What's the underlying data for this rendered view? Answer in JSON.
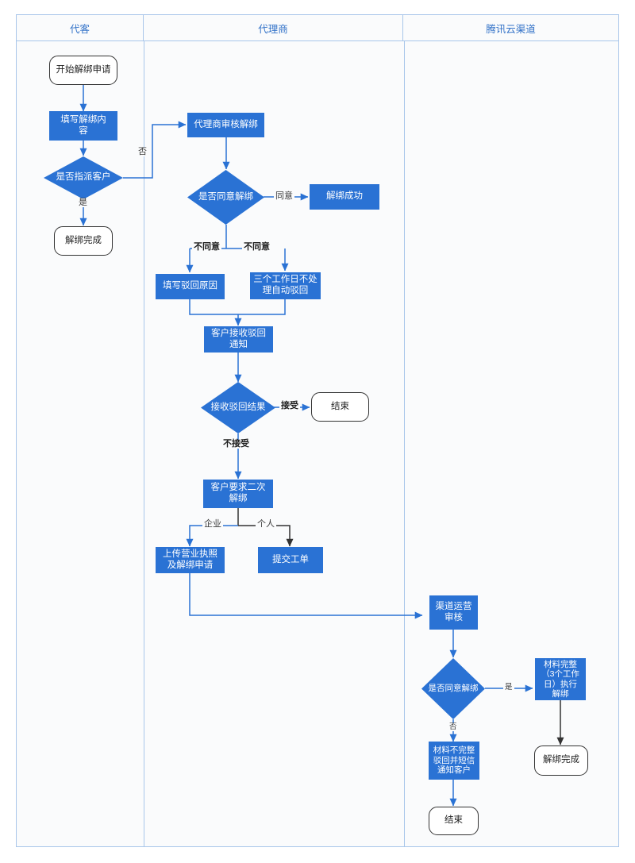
{
  "lanes": [
    {
      "id": "lane-customer",
      "label": "代客"
    },
    {
      "id": "lane-agent",
      "label": "代理商"
    },
    {
      "id": "lane-tencent",
      "label": "腾讯云渠道"
    }
  ],
  "colors": {
    "process_fill": "#2a72d4",
    "process_text": "#ffffff",
    "terminator_stroke": "#333333",
    "lane_border": "#a8c6ea",
    "lane_header_text": "#3272c8",
    "connector_blue": "#2a72d4",
    "connector_dark": "#333333",
    "canvas": "#fafbfc"
  },
  "nodes": {
    "start_apply": "开始解绑申请",
    "fill_unbind_content": "填写解绑内\n容",
    "assign_customer_decision": "是否指派客户",
    "unbind_done_left": "解绑完成",
    "agent_review": "代理商审核解绑",
    "agree_unbind_decision": "是否同意解绑",
    "unbind_success": "解绑成功",
    "fill_reject_reason": "填写驳回原因",
    "auto_reject_3days": "三个工作日不处\n理自动驳回",
    "customer_receive_reject": "客户接收驳回\n通知",
    "receive_reject_result": "接收驳回结果",
    "end_agent": "结束",
    "customer_second_unbind": "客户要求二次\n解绑",
    "upload_license": "上传营业执照\n及解绑申请",
    "submit_ticket": "提交工单",
    "channel_ops_review": "渠道运营\n审核",
    "agree_unbind_decision2": "是否同意解绑",
    "material_complete": "材料完整\n（3个工作\n日）执行\n解绑",
    "unbind_done_right": "解绑完成",
    "material_incomplete": "材料不完整\n驳回并短信\n通知客户",
    "end_tencent": "结束"
  },
  "edge_labels": {
    "no_assign": "否",
    "yes_assign": "是",
    "agree": "同意",
    "disagree_left": "不同意",
    "disagree_right": "不同意",
    "accept": "接受",
    "not_accept": "不接受",
    "enterprise": "企业",
    "personal": "个人",
    "yes_material": "是",
    "no_material": "否"
  }
}
